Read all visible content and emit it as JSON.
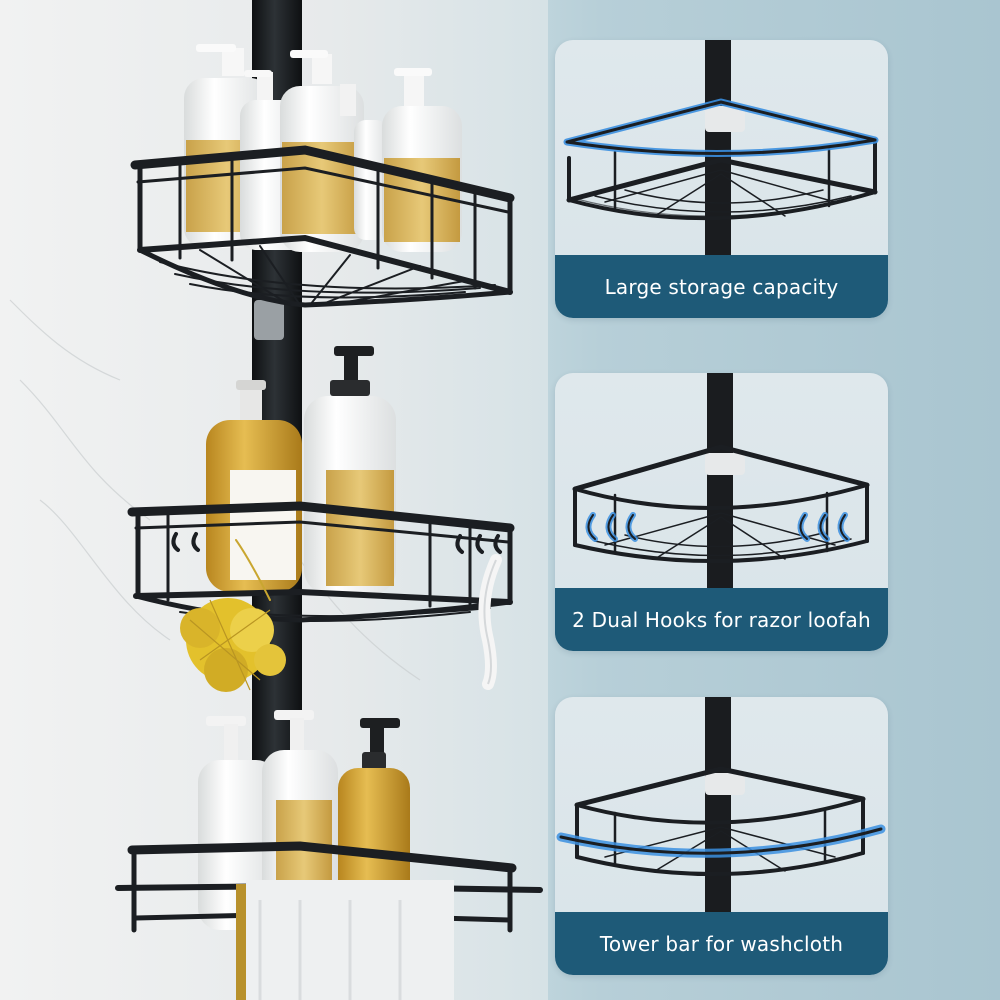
{
  "panels": [
    {
      "caption": "Large storage capacity",
      "highlight": "front-rail"
    },
    {
      "caption": "2 Dual Hooks for razor loofah",
      "highlight": "side-hooks"
    },
    {
      "caption": "Tower bar for washcloth",
      "highlight": "bottom-bar"
    }
  ],
  "colors": {
    "panel_caption_bg": "#1e5a78",
    "highlight_blue": "#3b8fe0",
    "rack_black": "#1b1e22",
    "bottle_amber": "#d8ad3c",
    "bottle_white": "#f3f3f1",
    "loofah_yellow": "#e2c02a"
  }
}
